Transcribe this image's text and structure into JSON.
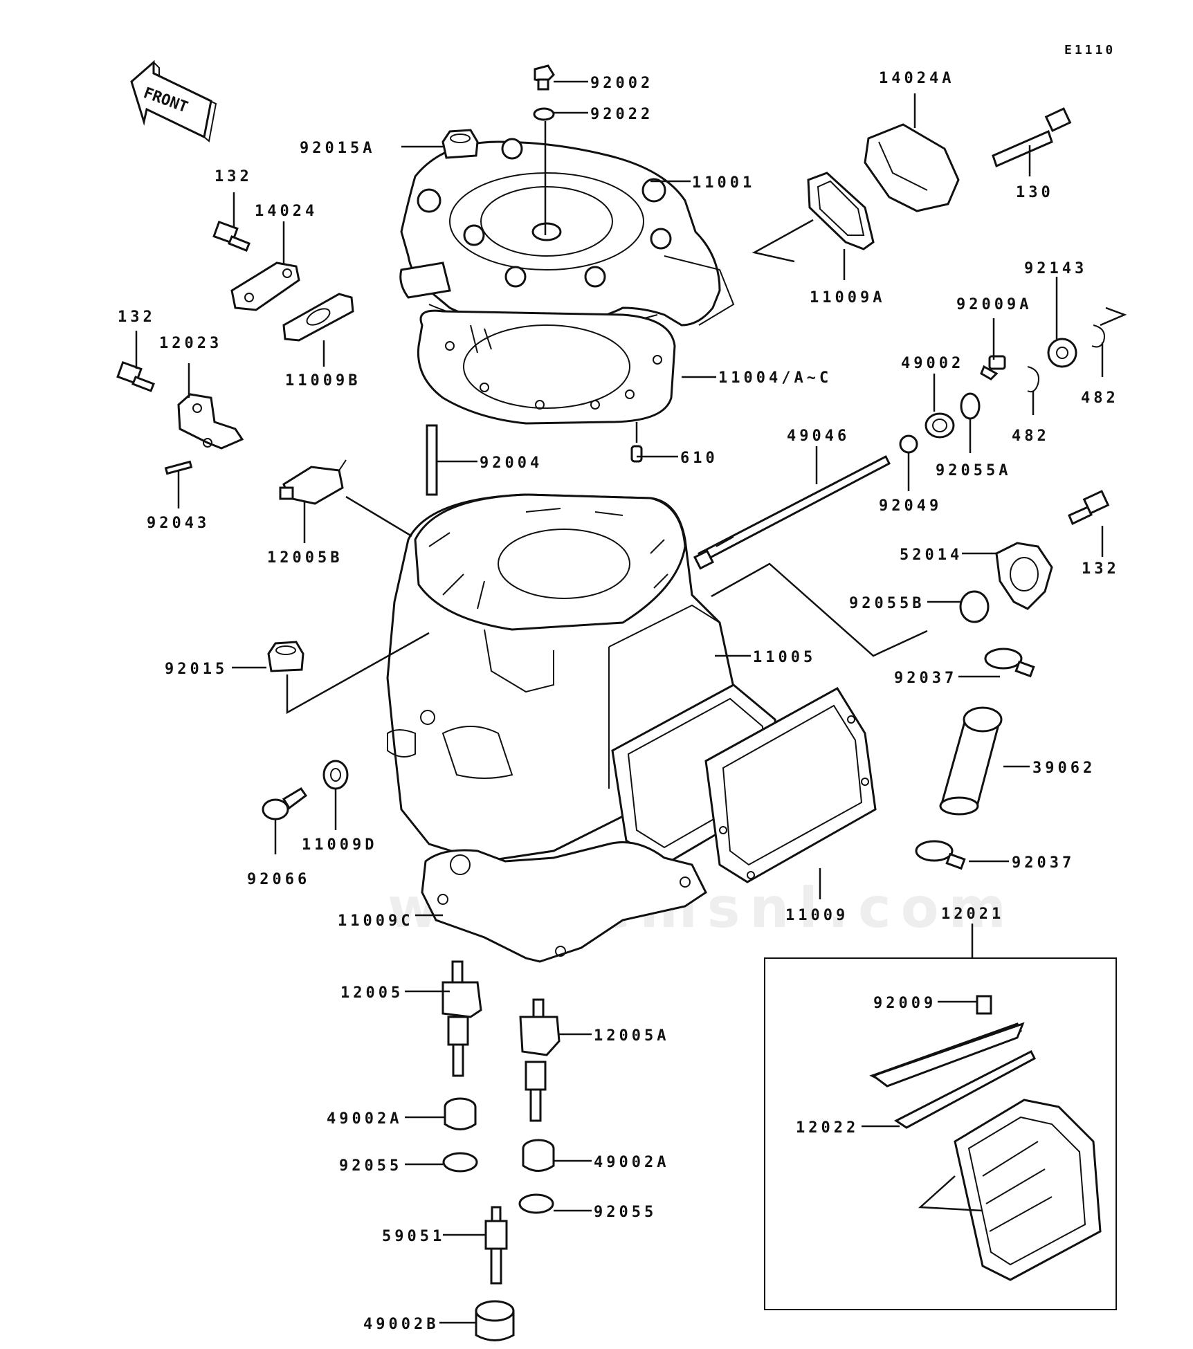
{
  "diagram_code": "E1110",
  "front_label": "FRONT",
  "watermark": "www.cmsnl.com",
  "parts": {
    "p92002": "92002",
    "p92022": "92022",
    "p92015A": "92015A",
    "p11001": "11001",
    "p14024A": "14024A",
    "p130": "130",
    "p132a": "132",
    "p14024": "14024",
    "p11009A": "11009A",
    "p92143": "92143",
    "p132b": "132",
    "p12023": "12023",
    "p11009B": "11009B",
    "p92009A": "92009A",
    "p49002": "49002",
    "p482a": "482",
    "p11004": "11004/A~C",
    "p482b": "482",
    "p49046": "49046",
    "p92055A": "92055A",
    "p92004": "92004",
    "p610": "610",
    "p92043": "92043",
    "p92049": "92049",
    "p12005B": "12005B",
    "p132c": "132",
    "p52014": "52014",
    "p92055B": "92055B",
    "p11005": "11005",
    "p92015": "92015",
    "p92037a": "92037",
    "p39062": "39062",
    "p11009D": "11009D",
    "p92037b": "92037",
    "p92066": "92066",
    "p11009": "11009",
    "p12021": "12021",
    "p11009C": "11009C",
    "p12005": "12005",
    "p92009": "92009",
    "p12005A": "12005A",
    "p12022": "12022",
    "p49002A_a": "49002A",
    "p92055_a": "92055",
    "p49002A_b": "49002A",
    "p92055_b": "92055",
    "p59051": "59051",
    "p49002B": "49002B"
  }
}
